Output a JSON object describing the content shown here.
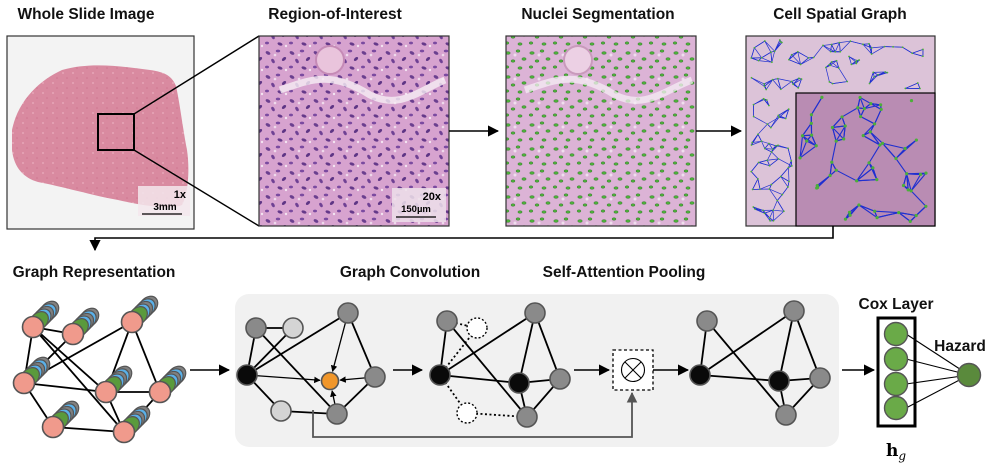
{
  "titles": {
    "wsi": "Whole Slide Image",
    "roi": "Region-of-Interest",
    "nuclei": "Nuclei Segmentation",
    "graph": "Cell Spatial Graph",
    "graph_rep": "Graph Representation",
    "graph_conv": "Graph Convolution",
    "sap": "Self-Attention Pooling",
    "cox": "Cox Layer",
    "hazard": "Hazard"
  },
  "scale_bars": {
    "wsi": {
      "magnification": "1x",
      "length": "3mm"
    },
    "roi": {
      "magnification": "20x",
      "length": "150µm"
    }
  },
  "cox_vector_label_base": "h",
  "cox_vector_label_sub": "g",
  "pooling_operator_symbol": "⊗",
  "colors": {
    "tissue_pink": "#d9869c",
    "he_purple": "#a86aa8",
    "nuclei_green": "#4caf3a",
    "graph_edge_blue": "#1f2fd0",
    "node_salmon": "#f09a8c",
    "feature_blue": "#5ab0e8",
    "feature_green": "#5a9a3c",
    "feature_gray": "#808080",
    "node_gray": "#8a8a8a",
    "node_light": "#d4d4d4",
    "node_black": "#0a0a0a",
    "node_orange": "#f0962a",
    "cox_green": "#6aaa48",
    "hazard_green": "#5a8a3c",
    "panel_bg": "#f1f1f1"
  }
}
